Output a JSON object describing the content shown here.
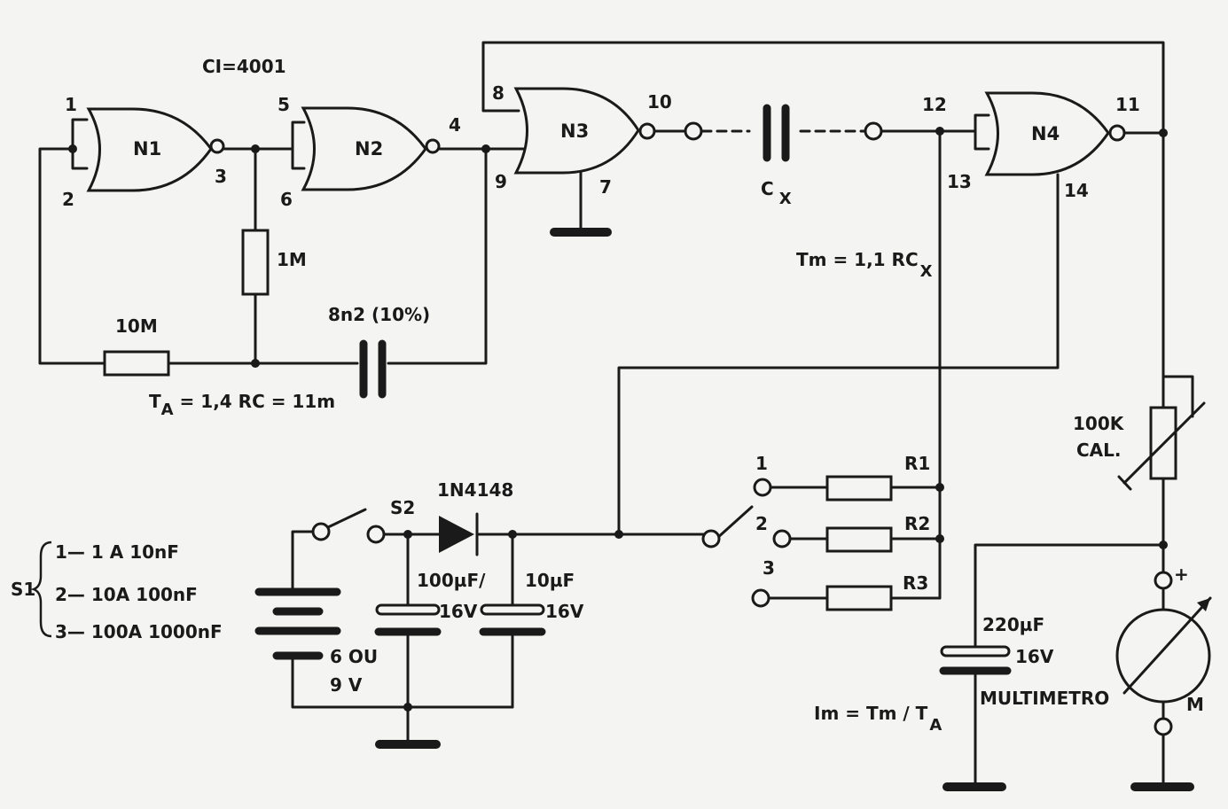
{
  "chip": "CI=4001",
  "gates": {
    "n1": {
      "label": "N1",
      "pin_in_a": "1",
      "pin_in_b": "2",
      "pin_out": "3"
    },
    "n2": {
      "label": "N2",
      "pin_in_a": "5",
      "pin_in_b": "6",
      "pin_out": "4"
    },
    "n3": {
      "label": "N3",
      "pin_in_a": "8",
      "pin_in_b": "9",
      "pin_out": "10",
      "pin_gnd": "7"
    },
    "n4": {
      "label": "N4",
      "pin_in_a": "12",
      "pin_in_b": "13",
      "pin_out": "11",
      "pin_vdd": "14"
    }
  },
  "components": {
    "r_1m": "1M",
    "r_10m": "10M",
    "c_8n2": "8n2 (10%)",
    "ta_formula_prefix": "T",
    "ta_formula_sub": "A",
    "ta_formula_rest": " = 1,4 RC = 11m",
    "cx_main": "C",
    "cx_sub": "X",
    "tm_formula_main": "Tm = 1,1 RC",
    "tm_formula_sub": "X",
    "diode": "1N4148",
    "s2": "S2",
    "c_100u_a": "100µF/",
    "c_100u_b": "16V",
    "c_10u_a": "10µF",
    "c_10u_b": "16V",
    "battery_a": "6 OU",
    "battery_b": "9 V",
    "c_220u_a": "220µF",
    "c_220u_b": "16V",
    "pot_a": "100K",
    "pot_b": "CAL.",
    "multimeter": "MULTIMETRO",
    "meter": "M",
    "meter_plus": "+",
    "im_formula_main": "Im = Tm / T",
    "im_formula_sub": "A",
    "r1": "R1",
    "r2": "R2",
    "r3": "R3",
    "sw_pos_1": "1",
    "sw_pos_2": "2",
    "sw_pos_3": "3"
  },
  "s1": {
    "label": "S1",
    "rows": [
      "1— 1 A 10nF",
      "2— 10A 100nF",
      "3— 100A 1000nF"
    ]
  }
}
